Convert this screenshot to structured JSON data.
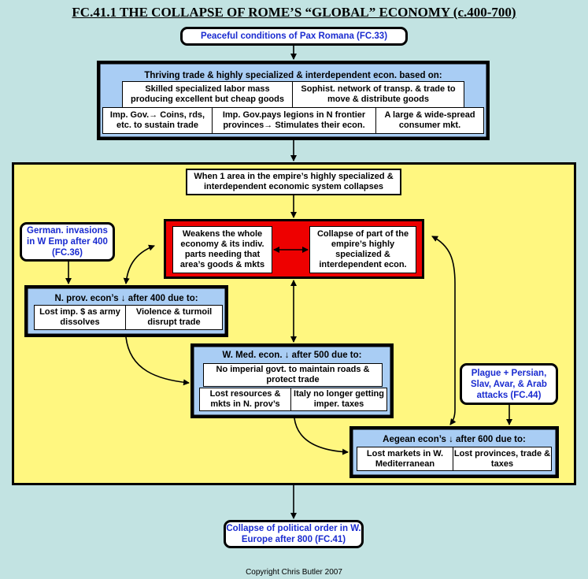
{
  "title": "FC.41.1 THE COLLAPSE OF ROME’S “GLOBAL” ECONOMY (c.400-700)",
  "pax": "Peaceful conditions of Pax Romana (FC.33)",
  "thriving": {
    "header": "Thriving trade & highly specialized & interdependent econ. based on:",
    "cells": [
      "Skilled specialized labor mass producing excellent but cheap goods",
      "Sophist. network of transp. & trade to move & distribute goods",
      "Imp. Gov.→ Coins, rds, etc. to sustain trade",
      "Imp. Gov.pays legions in N frontier provinces→ Stimulates their econ.",
      "A large & wide-spread consumer mkt."
    ]
  },
  "when_collapse": "When 1 area in the empire’s highly specialized & interdependent economic system collapses",
  "weakens": "Weakens the whole economy & its indiv. parts needing that area’s goods & mkts",
  "collapse_part": "Collapse of part of the empire’s highly specialized & interdependent econ.",
  "german": "German. invasions in W Emp after 400 (FC.36)",
  "plague": "Plague + Persian, Slav, Avar, & Arab attacks (FC.44)",
  "nprov": {
    "header": "N. prov. econ’s ↓ after 400 due to:",
    "cells": [
      "Lost imp. $ as army dissolves",
      "Violence & turmoil disrupt trade"
    ]
  },
  "wmed": {
    "header": "W. Med. econ. ↓ after 500 due to:",
    "cells": [
      "No imperial govt. to maintain roads & protect trade",
      "Lost resources & mkts in N. prov’s",
      "Italy no longer getting imper. taxes"
    ]
  },
  "aegean": {
    "header": "Aegean econ’s ↓ after 600 due to:",
    "cells": [
      "Lost markets in W. Mediterranean",
      "Lost provinces, trade & taxes"
    ]
  },
  "political": "Collapse of political order in W. Europe after 800 (FC.41)",
  "copyright": "Copyright Chris Butler 2007"
}
